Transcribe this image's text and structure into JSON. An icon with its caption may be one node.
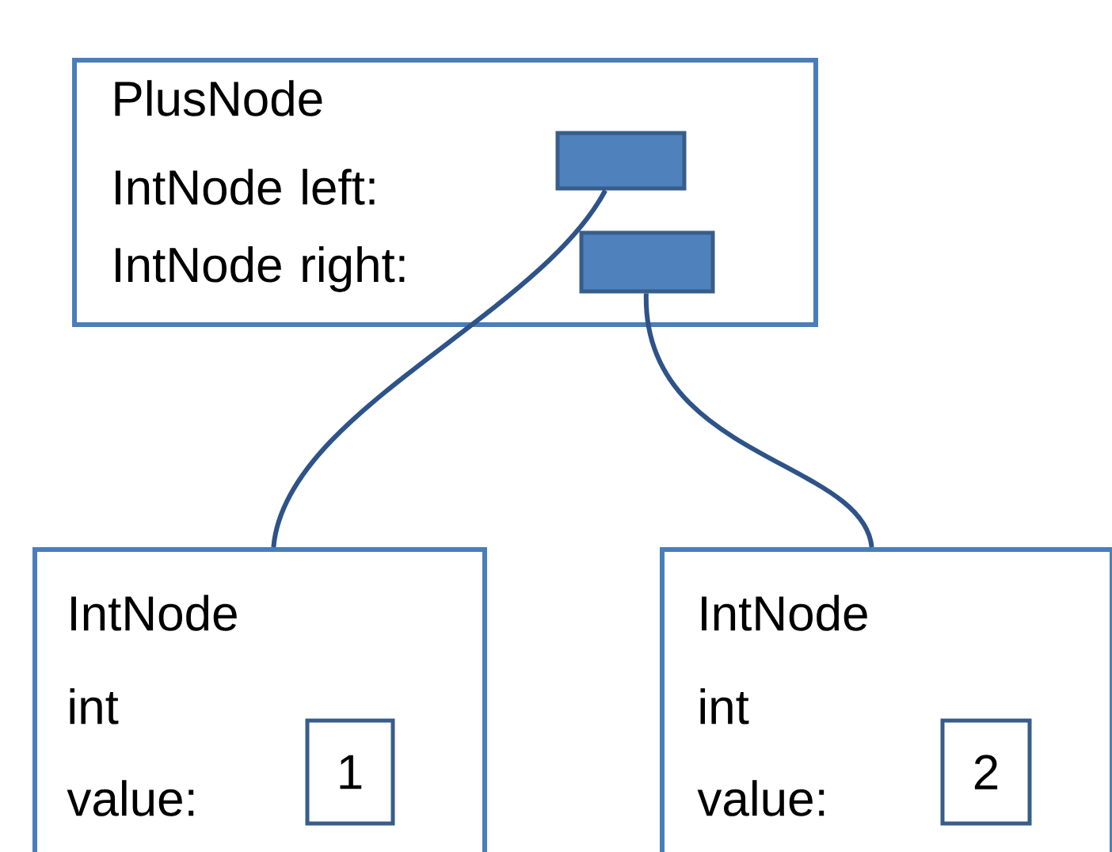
{
  "diagram": {
    "nodes": [
      {
        "text": [
          "PlusNode",
          "IntNode left:",
          "IntNode right:"
        ]
      },
      {
        "text": [],
        "shape": "box",
        "in": 0
      },
      {
        "text": [],
        "shape": "box",
        "in": 0
      },
      {
        "text": [
          "IntNode",
          "int value:"
        ]
      },
      {
        "text": [
          "1"
        ],
        "in": 3
      },
      {
        "text": [
          "IntNode",
          "int value:"
        ]
      },
      {
        "text": [
          "2"
        ],
        "in": 5
      }
    ],
    "edges": [
      {
        "from": 1,
        "to": 3,
        "arrow": "none"
      },
      {
        "from": 2,
        "to": 5,
        "arrow": "none"
      }
    ]
  }
}
